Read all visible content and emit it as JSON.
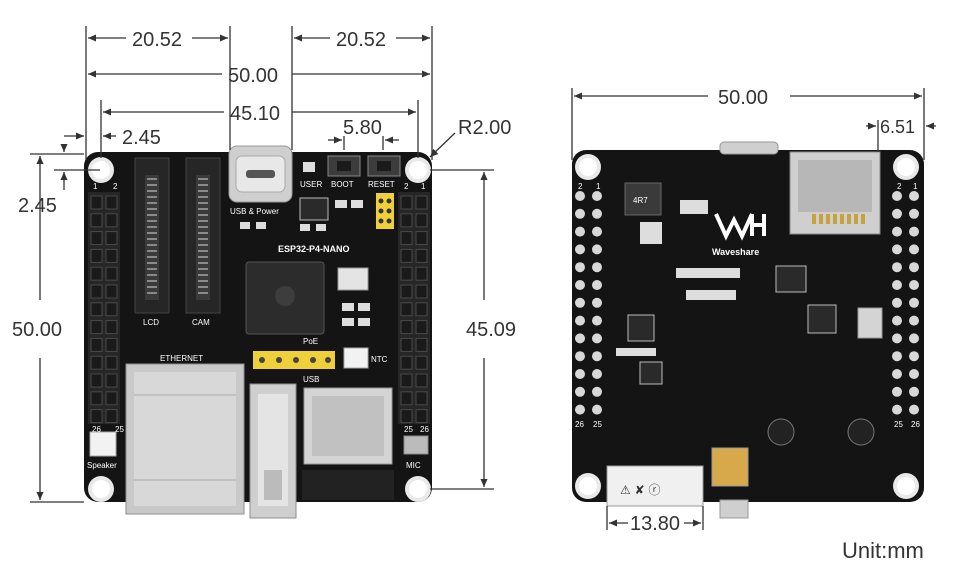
{
  "dimensions": {
    "left_header_gap": "20.52",
    "right_header_gap": "20.52",
    "overall_width_top": "50.00",
    "hole_span_x": "45.10",
    "hole_offset_x": "2.45",
    "button_gap": "5.80",
    "corner_radius": "R2.00",
    "hole_offset_y": "2.45",
    "overall_height": "50.00",
    "hole_span_y": "45.09",
    "back_width": "50.00",
    "back_edge_offset": "6.51",
    "back_bottom_width": "13.80"
  },
  "front_labels": {
    "usb_power": "USB & Power",
    "user": "USER",
    "boot": "BOOT",
    "reset": "RESET",
    "board_name": "ESP32-P4-NANO",
    "lcd": "LCD",
    "cam": "CAM",
    "ethernet": "ETHERNET",
    "poe": "PoE",
    "ntc": "NTC",
    "usb": "USB",
    "speaker": "Speaker",
    "mic": "MIC",
    "pin_26_left": "26",
    "pin_25_left": "25",
    "pin_25_right": "25",
    "pin_26_right": "26",
    "pin_1_left": "1",
    "pin_2_left": "2",
    "pin_1_right": "1",
    "pin_2_right": "2"
  },
  "back_labels": {
    "brand": "Waveshare",
    "inductor": "4R7",
    "pin_26": "26",
    "pin_25": "25",
    "pin_25_r": "25",
    "pin_26_r": "26",
    "pin_2": "2",
    "pin_1": "1",
    "pin_2_r": "2",
    "pin_1_r": "1"
  },
  "unit_label": "Unit:mm",
  "colors": {
    "pcb": "#141414",
    "silk": "#ffffff",
    "yellow_header": "#f0d03a",
    "metal": "#c9c9c9",
    "dim_line": "#333333"
  }
}
